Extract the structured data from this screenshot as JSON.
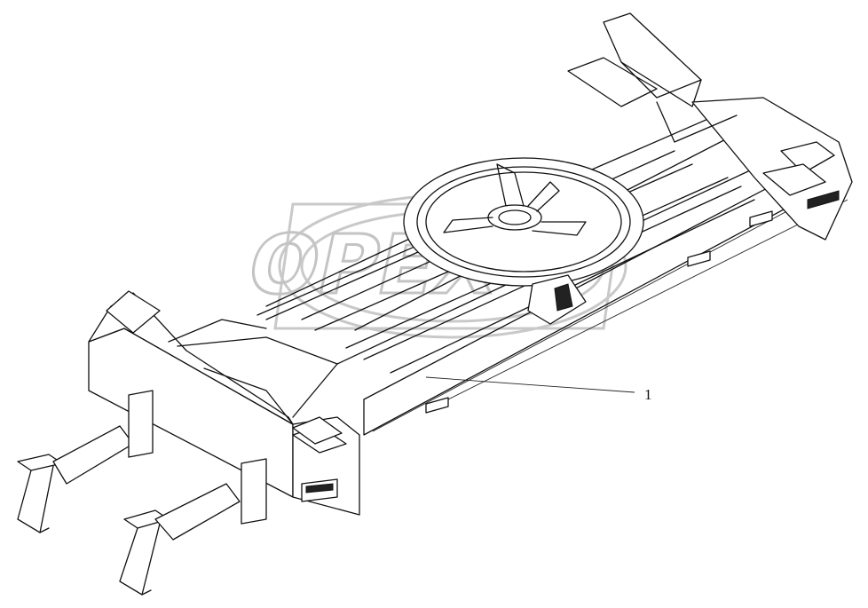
{
  "drawing": {
    "callouts": [
      {
        "label": "1",
        "target": "main-frame"
      }
    ],
    "watermark_text": "OPEX"
  }
}
